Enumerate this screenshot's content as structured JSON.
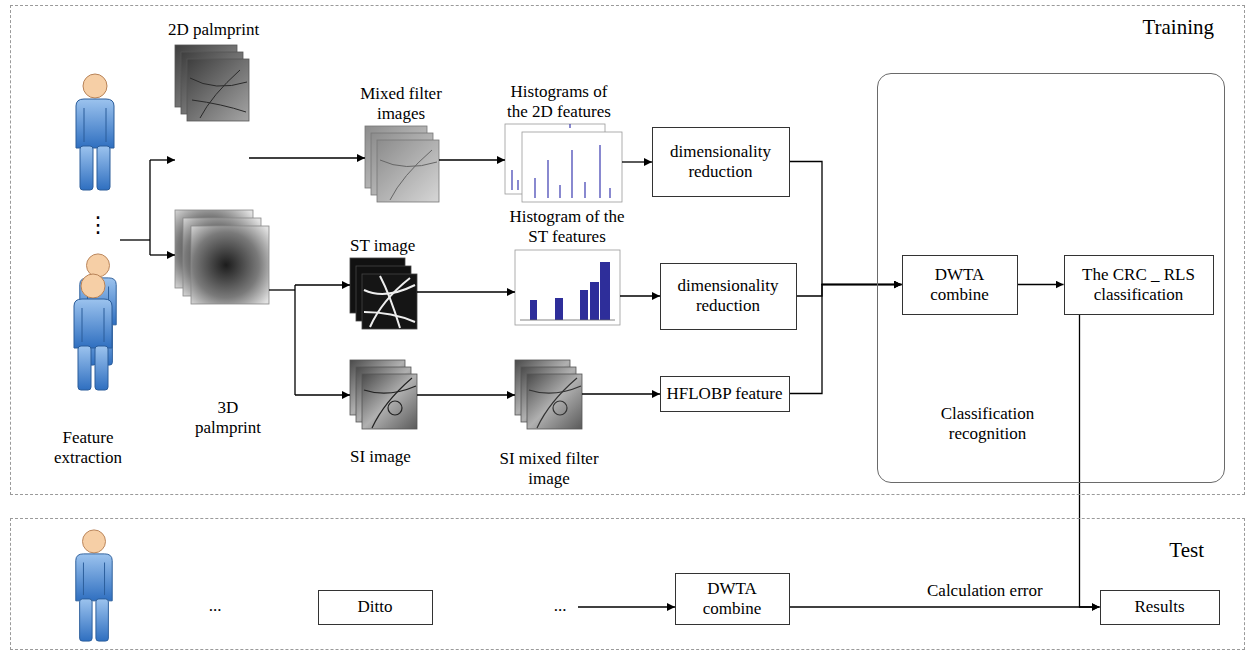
{
  "diagram": {
    "nodes": [
      {
        "text": [
          "Training"
        ]
      },
      {
        "text": [
          "dimensionality reduction"
        ],
        "in": 0
      },
      {
        "text": [
          "dimensionality reduction"
        ],
        "in": 0
      },
      {
        "text": [
          "HFLOBP feature"
        ],
        "in": 0
      },
      {
        "text": [
          "Classification recognition"
        ],
        "in": 0
      },
      {
        "text": [
          "DWTA combine"
        ],
        "in": 4
      },
      {
        "text": [
          "The CRC _ RLS classification"
        ],
        "in": 4
      },
      {
        "text": [
          "Test"
        ]
      },
      {
        "text": [
          "Ditto"
        ],
        "in": 7
      },
      {
        "text": [
          "DWTA combine"
        ],
        "in": 7
      },
      {
        "text": [
          "Results"
        ],
        "in": 7
      }
    ],
    "edges": [
      {
        "from": 1,
        "to": 5,
        "arrow": "to"
      },
      {
        "from": 2,
        "to": 5,
        "arrow": "to"
      },
      {
        "from": 3,
        "to": 5,
        "arrow": "to"
      },
      {
        "from": 5,
        "to": 6,
        "arrow": "to"
      },
      {
        "from": 6,
        "to": 10,
        "arrow": "to"
      },
      {
        "from": 9,
        "to": 10,
        "label": "Calculation error",
        "arrow": "to"
      }
    ],
    "labels": [
      "2D palmprint",
      "Mixed filter images",
      "Histograms of the 2D features",
      "Histogram of the ST features",
      "ST image",
      "3D palmprint",
      "SI image",
      "SI mixed filter image",
      "Feature extraction",
      "⋮",
      "...",
      "..."
    ]
  }
}
